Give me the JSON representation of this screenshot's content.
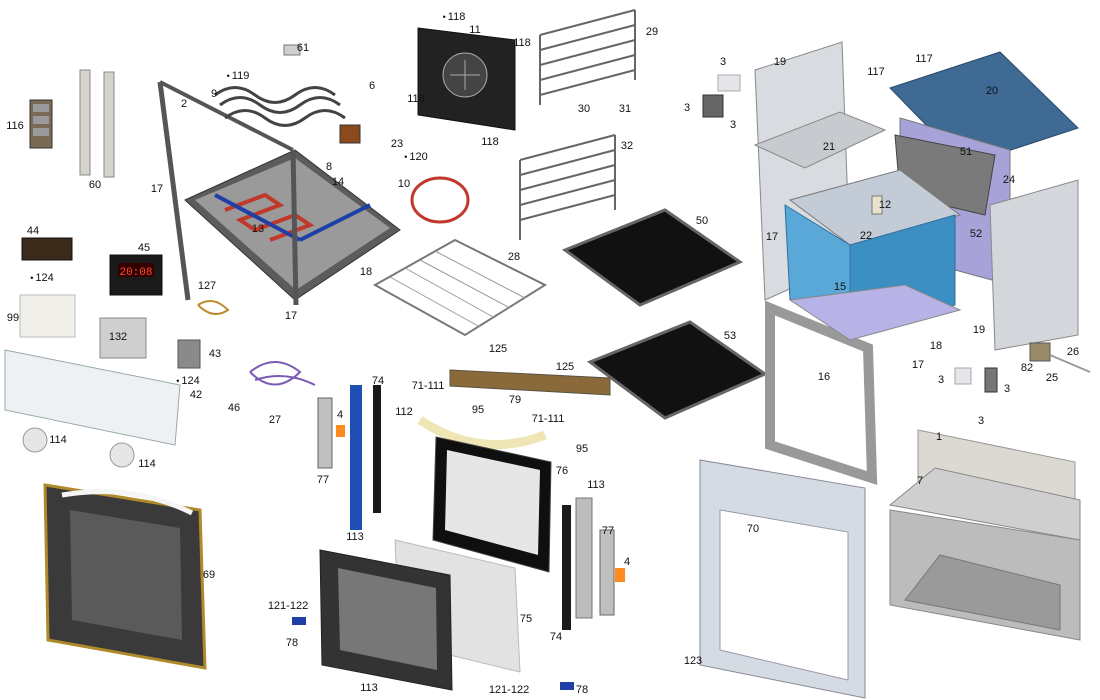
{
  "labels": [
    {
      "id": "l116",
      "text": "116"
    },
    {
      "id": "l60",
      "text": "60"
    },
    {
      "id": "l61",
      "text": "61"
    },
    {
      "id": "l119",
      "text": "119"
    },
    {
      "id": "l9",
      "text": "9"
    },
    {
      "id": "l2",
      "text": "2"
    },
    {
      "id": "l6",
      "text": "6"
    },
    {
      "id": "l23",
      "text": "23"
    },
    {
      "id": "l8",
      "text": "8"
    },
    {
      "id": "l120",
      "text": "120"
    },
    {
      "id": "l14",
      "text": "14"
    },
    {
      "id": "l17a",
      "text": "17"
    },
    {
      "id": "l13",
      "text": "13"
    },
    {
      "id": "l18a",
      "text": "18"
    },
    {
      "id": "l17b",
      "text": "17"
    },
    {
      "id": "l118a",
      "text": "118"
    },
    {
      "id": "l11",
      "text": "11"
    },
    {
      "id": "l118b",
      "text": "118"
    },
    {
      "id": "l118c",
      "text": "118"
    },
    {
      "id": "l118d",
      "text": "118"
    },
    {
      "id": "l10",
      "text": "10"
    },
    {
      "id": "l28",
      "text": "28"
    },
    {
      "id": "l29",
      "text": "29"
    },
    {
      "id": "l30",
      "text": "30"
    },
    {
      "id": "l31",
      "text": "31"
    },
    {
      "id": "l32",
      "text": "32"
    },
    {
      "id": "l50",
      "text": "50"
    },
    {
      "id": "l53",
      "text": "53"
    },
    {
      "id": "l44",
      "text": "44"
    },
    {
      "id": "l124a",
      "text": "124"
    },
    {
      "id": "l45",
      "text": "45"
    },
    {
      "id": "l127",
      "text": "127"
    },
    {
      "id": "l99",
      "text": "99"
    },
    {
      "id": "l132",
      "text": "132"
    },
    {
      "id": "l43",
      "text": "43"
    },
    {
      "id": "l124b",
      "text": "124"
    },
    {
      "id": "l42",
      "text": "42"
    },
    {
      "id": "l46",
      "text": "46"
    },
    {
      "id": "l114a",
      "text": "114"
    },
    {
      "id": "l114b",
      "text": "114"
    },
    {
      "id": "l27",
      "text": "27"
    },
    {
      "id": "l74a",
      "text": "74"
    },
    {
      "id": "l4a",
      "text": "4"
    },
    {
      "id": "l77a",
      "text": "77"
    },
    {
      "id": "l113a",
      "text": "113"
    },
    {
      "id": "l125a",
      "text": "125"
    },
    {
      "id": "l125b",
      "text": "125"
    },
    {
      "id": "l71a",
      "text": "71-111"
    },
    {
      "id": "l95a",
      "text": "95"
    },
    {
      "id": "l112",
      "text": "112"
    },
    {
      "id": "l79",
      "text": "79"
    },
    {
      "id": "l71b",
      "text": "71-111"
    },
    {
      "id": "l95b",
      "text": "95"
    },
    {
      "id": "l76",
      "text": "76"
    },
    {
      "id": "l113b",
      "text": "113"
    },
    {
      "id": "l77b",
      "text": "77"
    },
    {
      "id": "l4b",
      "text": "4"
    },
    {
      "id": "l75",
      "text": "75"
    },
    {
      "id": "l74b",
      "text": "74"
    },
    {
      "id": "l121a",
      "text": "121-122"
    },
    {
      "id": "l78a",
      "text": "78"
    },
    {
      "id": "l113c",
      "text": "113"
    },
    {
      "id": "l121b",
      "text": "121-122"
    },
    {
      "id": "l78b",
      "text": "78"
    },
    {
      "id": "l69",
      "text": "69"
    },
    {
      "id": "l3a",
      "text": "3"
    },
    {
      "id": "l3b",
      "text": "3"
    },
    {
      "id": "l3c",
      "text": "3"
    },
    {
      "id": "l19a",
      "text": "19"
    },
    {
      "id": "l117a",
      "text": "117"
    },
    {
      "id": "l117b",
      "text": "117"
    },
    {
      "id": "l20",
      "text": "20"
    },
    {
      "id": "l21",
      "text": "21"
    },
    {
      "id": "l51",
      "text": "51"
    },
    {
      "id": "l24",
      "text": "24"
    },
    {
      "id": "l12",
      "text": "12"
    },
    {
      "id": "l22",
      "text": "22"
    },
    {
      "id": "l17c",
      "text": "17"
    },
    {
      "id": "l52",
      "text": "52"
    },
    {
      "id": "l15",
      "text": "15"
    },
    {
      "id": "l19b",
      "text": "19"
    },
    {
      "id": "l18b",
      "text": "18"
    },
    {
      "id": "l17d",
      "text": "17"
    },
    {
      "id": "l16",
      "text": "16"
    },
    {
      "id": "l3d",
      "text": "3"
    },
    {
      "id": "l3e",
      "text": "3"
    },
    {
      "id": "l82",
      "text": "82"
    },
    {
      "id": "l26",
      "text": "26"
    },
    {
      "id": "l25",
      "text": "25"
    },
    {
      "id": "l1",
      "text": "1"
    },
    {
      "id": "l3f",
      "text": "3"
    },
    {
      "id": "l7",
      "text": "7"
    },
    {
      "id": "l70",
      "text": "70"
    },
    {
      "id": "l123",
      "text": "123"
    }
  ]
}
